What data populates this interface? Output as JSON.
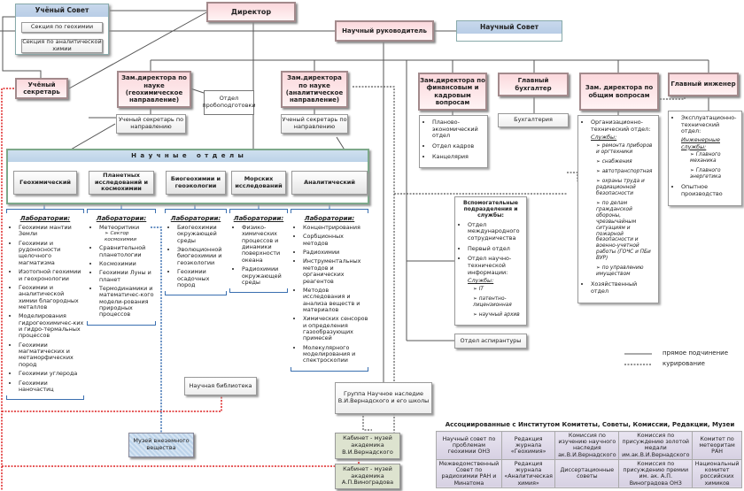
{
  "uchenyi_sovet": {
    "title": "Учёный Совет",
    "sections": [
      "Секция по геохимии",
      "Секция по аналитической химии"
    ]
  },
  "director": "Директор",
  "uchenyi_sekretar": "Учёный секретарь",
  "nauchnyi_rukovoditel": "Научный руководитель",
  "nauchnyi_sovet": "Научный Совет",
  "zam_geochem": "Зам.директора по науке (геохимическое направление)",
  "otdel_probopodgotovki": "Отдел пробоподготовки",
  "sekretar_geochem": "Ученый секретарь по направлению",
  "zam_analyt": "Зам.директора по науке (аналитическое направление)",
  "sekretar_analyt": "Ученый секретарь по направлению",
  "zam_finance": "Зам.директора по финансовым и кадровым вопросам",
  "glavbuh": "Главный бухгалтер",
  "zam_general": "Зам. директора по общим вопросам",
  "glav_inzhener": "Главный инженер",
  "science_depts_title": "Н а у ч н ы е   о т д е л ы",
  "departments": [
    {
      "name": "Геохимический",
      "labs_title": "Лаборатории:",
      "labs": [
        "Геохимии мантии Земли",
        "Геохимии и рудоносности щелочного магматизма",
        "Изотопной геохимии и геохронологии",
        "Геохимии и аналитической химии благородных металлов",
        "Моделирования гидрогеохимичес-ких и гидро-термальных процессов",
        "Геохимии магматических и метаморфических пород",
        "Геохимии углерода",
        "Геохимии наночастиц"
      ]
    },
    {
      "name": "Планетных исследований и космохимии",
      "labs_title": "Лаборатории:",
      "labs": [
        "Метеоритики",
        "Сравнительной планетологии",
        "Космохимии",
        "Геохимии Луны и планет",
        "Термодинамики и математичес-кого модели-рования природных процессов"
      ],
      "sub": "Сектор космохимии"
    },
    {
      "name": "Биогеохимии и геоэкологии",
      "labs_title": "Лаборатории:",
      "labs": [
        "Биогеохимии окружающей среды",
        "Эволюционной биогеохимии и геоэкологии",
        "Геохимии осадочных пород"
      ]
    },
    {
      "name": "Морских исследований",
      "labs_title": "Лаборатории:",
      "labs": [
        "Физико-химических процессов и динамики поверхности океана",
        "Радиохимии окружающей среды"
      ]
    },
    {
      "name": "Аналитический",
      "labs_title": "Лаборатории:",
      "labs": [
        "Концентрирования",
        "Сорбционных методов",
        "Радиохимии",
        "Инструментальных методов и органических реагентов",
        "Методов исследования и анализа веществ и материалов",
        "Химических сенсоров и определения газообразующих примесей",
        "Молекулярного моделирования и спектроскопии"
      ]
    }
  ],
  "finance_list": [
    "Планово-экономический отдел",
    "Отдел кадров",
    "Канцелярия"
  ],
  "buhgalteria": "Бухгалтерия",
  "auxiliary": {
    "title": "Вспомогательные подразделения и службы:",
    "items": [
      "Отдел международного сотрудничества",
      "Первый отдел",
      "Отдел научно-технической информации:"
    ],
    "services_title": "Службы:",
    "services": [
      "IT",
      "патентно-лицензионная",
      "научный архив"
    ]
  },
  "aspirantura": "Отдел аспирантуры",
  "general_list": {
    "item1": "Организационно-технический отдел:",
    "services_title": "Службы:",
    "services": [
      "ремонта приборов и оргтехники",
      "снабжения",
      "автотранспортная",
      "охраны труда и радиационной безопасности",
      "по делам гражданской обороны, чрезвычайным ситуациям и пожарной безопасности и военно-учетной работы (ГОЧС и ПБи ВУР)",
      "по управлению имуществом"
    ],
    "item2": "Хозяйственный отдел"
  },
  "engineer_list": {
    "item1": "Эксплуатационно-технический отдел:",
    "services_title": "Инженерные службы:",
    "services": [
      "Главного механика",
      "Главного энергетика"
    ],
    "item2": "Опытное производство"
  },
  "legend": {
    "solid": "прямое подчинение",
    "dashed": "курирование"
  },
  "library": "Научная библиотека",
  "museum_meteor": "Музей внеземного вещества",
  "group_vernadsky": "Группа Научное наследие В.И.Вернадского и его школы",
  "museum_vernadsky": "Кабинет - музей академика В.И.Вернадского",
  "museum_vinogradov": "Кабинет - музей академика А.П.Виноградова",
  "associated": {
    "title": "Ассоциированные с Институтом Комитеты, Советы, Комиссии, Редакции, Музеи",
    "rows": [
      [
        "Научный совет по проблемам геохимии ОНЗ",
        "Редакция журнала «Геохимия»",
        "Комиссия по изучению научного наследия ак.В.И.Вернадского",
        "Комиссия по присуждению золотой медали им.ак.В.И.Вернадского",
        "Комитет по метеоритам РАН"
      ],
      [
        "Межведомственный Совет по радиохимии РАН и Минатома",
        "Редакция журнала «Аналитическая химия»",
        "Диссертационные советы",
        "Комиссия по присуждению премии им. ак. А.П. Виноградова ОНЗ",
        "Национальный комитет российских химиков"
      ]
    ]
  }
}
